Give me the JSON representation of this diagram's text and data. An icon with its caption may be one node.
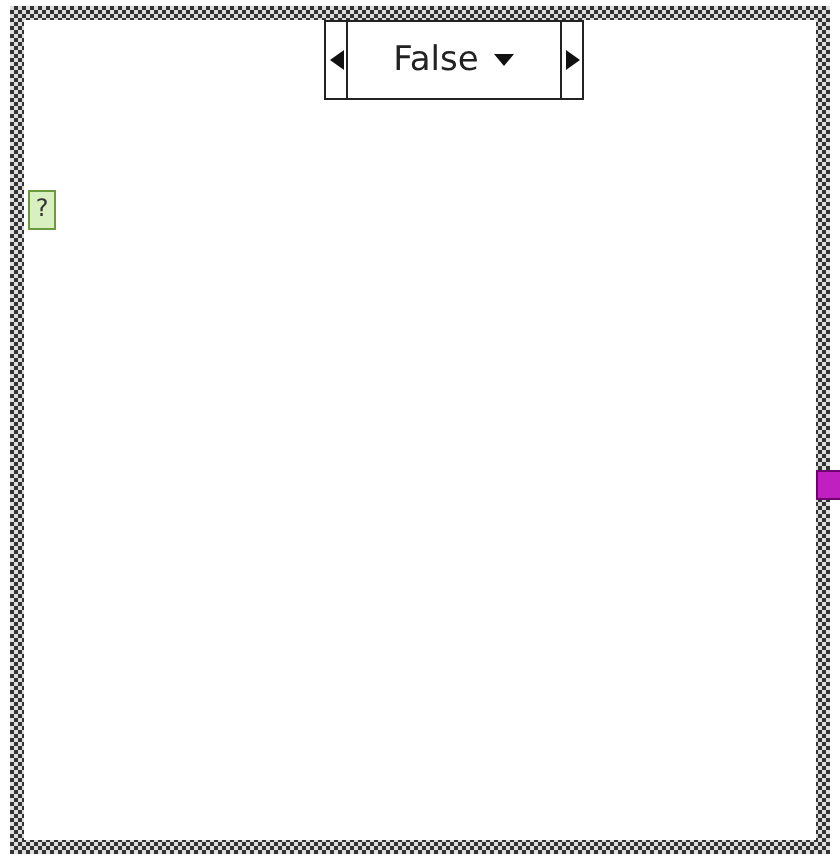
{
  "diagram": {
    "nodes": [
      {
        "text": [],
        "shape": "box"
      },
      {
        "text": [
          "False"
        ],
        "in": 0
      },
      {
        "text": [
          "?"
        ],
        "in": 0
      },
      {
        "text": [],
        "shape": "box",
        "in": 0
      }
    ]
  }
}
